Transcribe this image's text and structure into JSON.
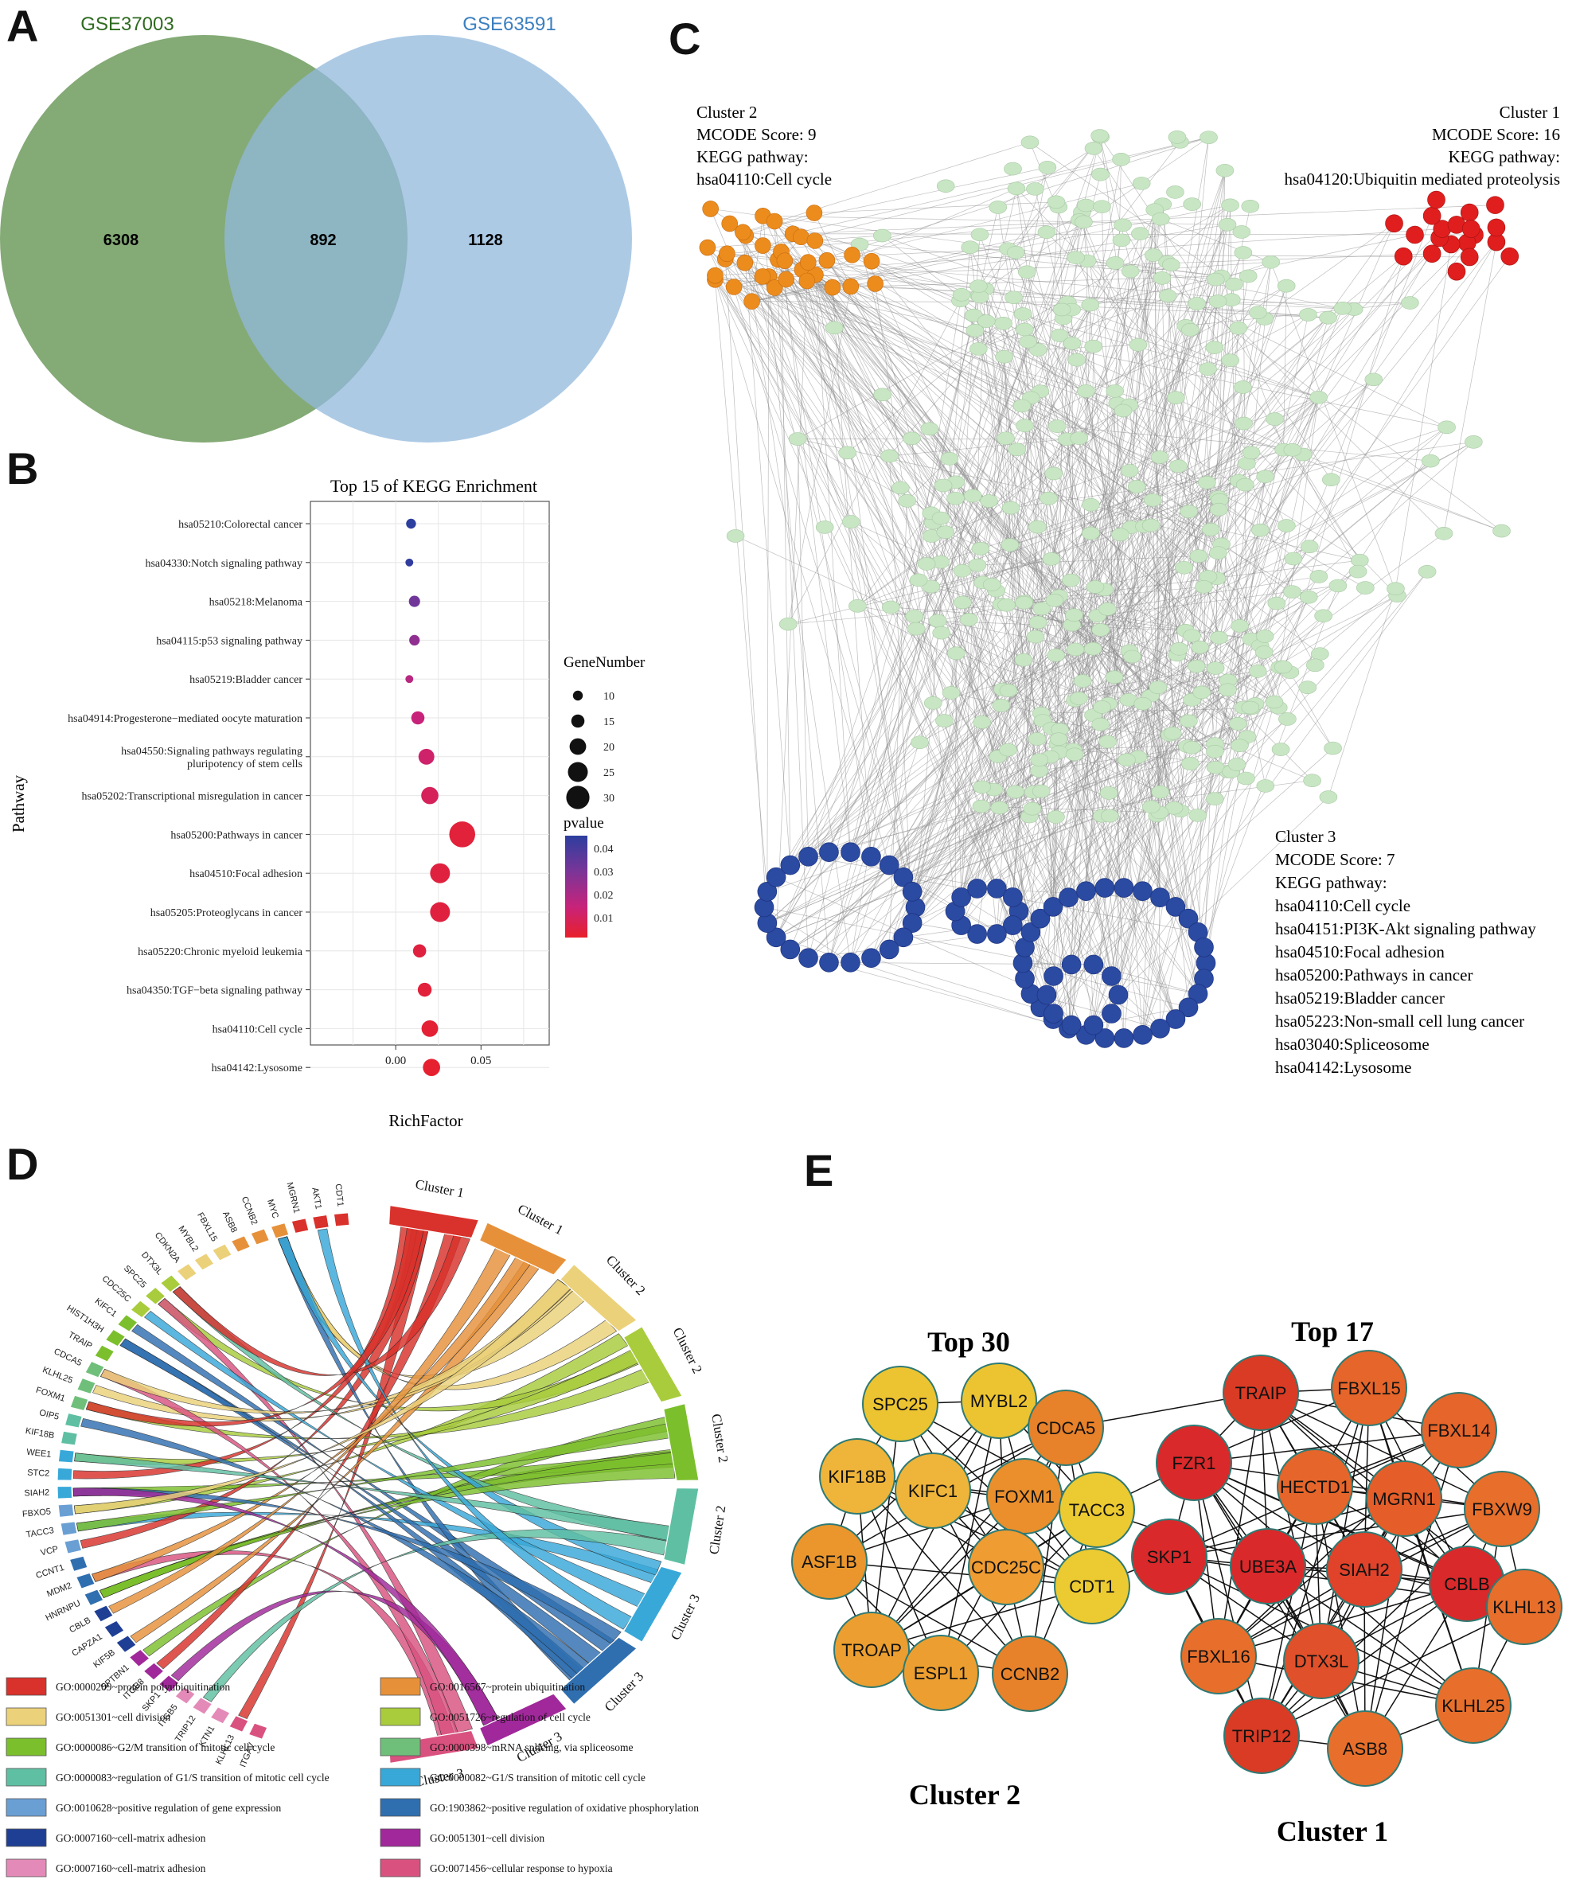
{
  "panel_labels": [
    "A",
    "B",
    "C",
    "D",
    "E"
  ],
  "venn": {
    "left_title": "GSE37003",
    "right_title": "GSE63591",
    "left_only": "6308",
    "overlap": "892",
    "right_only": "1128",
    "left_color": "#6e9b5e",
    "right_color": "#92b8dc",
    "left_title_color": "#2e6b1f",
    "right_title_color": "#3a7fc0"
  },
  "chart_data": {
    "type": "scatter",
    "title": "Top 15 of KEGG Enrichment",
    "xlabel": "RichFactor",
    "ylabel": "Pathway",
    "xlim": [
      -0.05,
      0.09
    ],
    "xticks": [
      "0.00",
      "0.05"
    ],
    "grid": true,
    "legend_position": "right",
    "size_legend_title": "GeneNumber",
    "size_legend_values": [
      "10",
      "15",
      "20",
      "25",
      "30"
    ],
    "color_legend_title": "pvalue",
    "color_legend_values": [
      "0.04",
      "0.03",
      "0.02",
      "0.01"
    ],
    "categories": [
      "hsa05210:Colorectal cancer",
      "hsa04330:Notch signaling pathway",
      "hsa05218:Melanoma",
      "hsa04115:p53 signaling pathway",
      "hsa05219:Bladder cancer",
      "hsa04914:Progesterone−mediated oocyte maturation",
      "hsa04550:Signaling pathways regulating|pluripotency of stem cells",
      "hsa05202:Transcriptional misregulation in cancer",
      "hsa05200:Pathways in cancer",
      "hsa04510:Focal adhesion",
      "hsa05205:Proteoglycans in cancer",
      "hsa05220:Chronic myeloid leukemia",
      "hsa04350:TGF−beta signaling pathway",
      "hsa04110:Cell cycle",
      "hsa04142:Lysosome"
    ],
    "points": [
      {
        "x": 0.009,
        "gene_number": 10,
        "pvalue": 0.046
      },
      {
        "x": 0.008,
        "gene_number": 7,
        "pvalue": 0.044
      },
      {
        "x": 0.011,
        "gene_number": 12,
        "pvalue": 0.032
      },
      {
        "x": 0.011,
        "gene_number": 11,
        "pvalue": 0.026
      },
      {
        "x": 0.008,
        "gene_number": 7,
        "pvalue": 0.018
      },
      {
        "x": 0.013,
        "gene_number": 15,
        "pvalue": 0.015
      },
      {
        "x": 0.018,
        "gene_number": 19,
        "pvalue": 0.012
      },
      {
        "x": 0.02,
        "gene_number": 21,
        "pvalue": 0.009
      },
      {
        "x": 0.039,
        "gene_number": 34,
        "pvalue": 0.003
      },
      {
        "x": 0.026,
        "gene_number": 25,
        "pvalue": 0.004
      },
      {
        "x": 0.026,
        "gene_number": 25,
        "pvalue": 0.004
      },
      {
        "x": 0.014,
        "gene_number": 15,
        "pvalue": 0.004
      },
      {
        "x": 0.017,
        "gene_number": 16,
        "pvalue": 0.003
      },
      {
        "x": 0.02,
        "gene_number": 20,
        "pvalue": 0.002
      },
      {
        "x": 0.021,
        "gene_number": 21,
        "pvalue": 0.001
      }
    ]
  },
  "network": {
    "cluster2": {
      "lines": [
        "Cluster 2",
        "MCODE Score: 9",
        "KEGG pathway:",
        "hsa04110:Cell cycle"
      ],
      "color": "#ec8c1d"
    },
    "cluster1": {
      "lines": [
        "Cluster 1",
        "MCODE Score: 16",
        "KEGG pathway:",
        "hsa04120:Ubiquitin mediated proteolysis"
      ],
      "color": "#e01e1e"
    },
    "cluster3": {
      "lines": [
        "Cluster 3",
        "MCODE Score: 7",
        "KEGG pathway:",
        "hsa04110:Cell cycle",
        "hsa04151:PI3K-Akt signaling pathway",
        "hsa04510:Focal adhesion",
        "hsa05200:Pathways in cancer",
        "hsa05219:Bladder cancer",
        "hsa05223:Non-small cell lung cancer",
        "hsa03040:Spliceosome",
        "hsa04142:Lysosome"
      ],
      "color": "#2b4aa2"
    },
    "node_color": "#c8e6c4"
  },
  "chord": {
    "genes": [
      "CDT1",
      "AKT1",
      "MGRN1",
      "MYC",
      "CCNB2",
      "ASB8",
      "FBXL15",
      "MYBL2",
      "CDKN2A",
      "DTX3L",
      "SPC25",
      "CDC25C",
      "KIFC1",
      "HIST1H3H",
      "TRAIP",
      "CDCA5",
      "KLHL25",
      "FOXM1",
      "OIP5",
      "KIF18B",
      "WEE1",
      "STC2",
      "SIAH2",
      "FBXO5",
      "TACC3",
      "VCP",
      "CCNT1",
      "MDM2",
      "HNRNPU",
      "CBLB",
      "CAPZA1",
      "KIF5B",
      "SPTBN1",
      "ITGB8",
      "SKP1",
      "ITGB5",
      "TRIP12",
      "KTN1",
      "KLHL13",
      "ITGAV"
    ],
    "clusters": [
      "Cluster 1",
      "Cluster 1",
      "Cluster 2",
      "Cluster 2",
      "Cluster 2",
      "Cluster 2",
      "Cluster 3",
      "Cluster 3",
      "Cluster 3",
      "Cluster 3"
    ],
    "term_colors": [
      "#d9312b",
      "#e6913a",
      "#ebd17a",
      "#a8cc3b",
      "#7cbf2c",
      "#6fbf7a",
      "#5fbfa2",
      "#38a8d8",
      "#6a9fd4",
      "#2f6fb0",
      "#1f3f95",
      "#a0289a",
      "#e48ab8",
      "#d9527f"
    ]
  },
  "legend": [
    {
      "label": "GO:0000209~protein polyubiquitination",
      "color": "#d9312b"
    },
    {
      "label": "GO:0016567~protein ubiquitination",
      "color": "#e6913a"
    },
    {
      "label": "GO:0051301~cell division",
      "color": "#ebd17a"
    },
    {
      "label": "GO:0051726~regulation of cell cycle",
      "color": "#a8cc3b"
    },
    {
      "label": "GO:0000086~G2/M transition of mitotic cell cycle",
      "color": "#7cbf2c"
    },
    {
      "label": "GO:0000398~mRNA splicing, via spliceosome",
      "color": "#6fbf7a"
    },
    {
      "label": "GO:0000083~regulation of  G1/S transition of mitotic cell cycle",
      "color": "#5fbfa2"
    },
    {
      "label": "GO:0000082~G1/S transition of mitotic cell cycle",
      "color": "#38a8d8"
    },
    {
      "label": "GO:0010628~positive regulation of gene expression",
      "color": "#6a9fd4"
    },
    {
      "label": "GO:1903862~positive regulation of oxidative phosphorylation",
      "color": "#2f6fb0"
    },
    {
      "label": "GO:0007160~cell-matrix adhesion",
      "color": "#1f3f95"
    },
    {
      "label": "GO:0051301~cell division",
      "color": "#a0289a"
    },
    {
      "label": "GO:0007160~cell-matrix adhesion",
      "color": "#e48ab8"
    },
    {
      "label": "GO:0071456~cellular response to hypoxia",
      "color": "#d9527f"
    }
  ],
  "hub": {
    "left_top": "Top 30",
    "left_bottom": "Cluster 2",
    "right_top": "Top 17",
    "right_bottom": "Cluster 1",
    "left_nodes": [
      {
        "label": "SPC25",
        "color": "#ecc431"
      },
      {
        "label": "MYBL2",
        "color": "#ecc431"
      },
      {
        "label": "CDCA5",
        "color": "#e7812a"
      },
      {
        "label": "KIF18B",
        "color": "#efb43a"
      },
      {
        "label": "KIFC1",
        "color": "#efb43a"
      },
      {
        "label": "FOXM1",
        "color": "#ea8f2c"
      },
      {
        "label": "TACC3",
        "color": "#ecca31"
      },
      {
        "label": "ASF1B",
        "color": "#ea962d"
      },
      {
        "label": "CDC25C",
        "color": "#ef9c33"
      },
      {
        "label": "CDT1",
        "color": "#ecca31"
      },
      {
        "label": "TROAP",
        "color": "#ec9f30"
      },
      {
        "label": "ESPL1",
        "color": "#ec9f30"
      },
      {
        "label": "CCNB2",
        "color": "#e7822a"
      }
    ],
    "right_nodes": [
      {
        "label": "TRAIP",
        "color": "#d93b25"
      },
      {
        "label": "FBXL15",
        "color": "#e5652a"
      },
      {
        "label": "FBXL14",
        "color": "#e5652a"
      },
      {
        "label": "FZR1",
        "color": "#d9292a"
      },
      {
        "label": "HECTD1",
        "color": "#e5652a"
      },
      {
        "label": "MGRN1",
        "color": "#e55e2a"
      },
      {
        "label": "FBXW9",
        "color": "#e76f2b"
      },
      {
        "label": "SKP1",
        "color": "#d9292a"
      },
      {
        "label": "UBE3A",
        "color": "#d9292a"
      },
      {
        "label": "SIAH2",
        "color": "#e0422a"
      },
      {
        "label": "CBLB",
        "color": "#d9292a"
      },
      {
        "label": "KLHL13",
        "color": "#e76f2b"
      },
      {
        "label": "FBXL16",
        "color": "#e76f2b"
      },
      {
        "label": "DTX3L",
        "color": "#e0502a"
      },
      {
        "label": "TRIP12",
        "color": "#d93b25"
      },
      {
        "label": "ASB8",
        "color": "#e76f2b"
      },
      {
        "label": "KLHL25",
        "color": "#e76f2b"
      }
    ]
  }
}
